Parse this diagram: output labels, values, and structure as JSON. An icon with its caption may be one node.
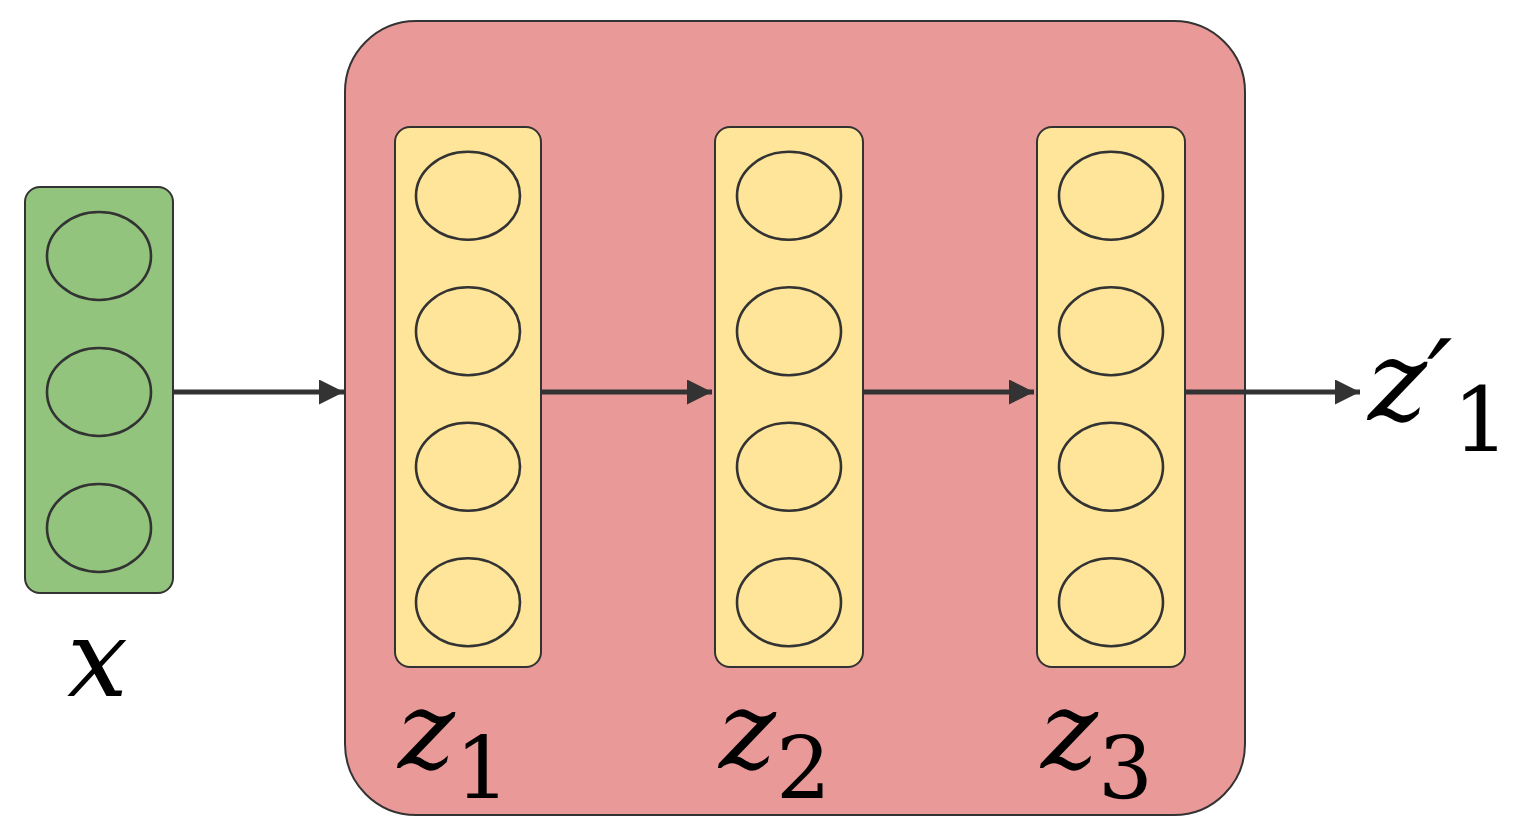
{
  "diagram": {
    "nodes": [
      {
        "text": [],
        "shape": "box",
        "beside": [
          "x"
        ]
      },
      {
        "text": [],
        "shape": "box"
      },
      {
        "text": [],
        "shape": "box",
        "in": 1,
        "beside": [
          "z$_{1}$"
        ]
      },
      {
        "text": [],
        "shape": "box",
        "in": 1,
        "beside": [
          "z$_{2}$"
        ]
      },
      {
        "text": [],
        "shape": "box",
        "in": 1,
        "beside": [
          "z$_{3}$"
        ]
      },
      {
        "text": [
          "z′$_{1}$"
        ]
      }
    ],
    "edges": [
      {
        "from": 0,
        "to": 1,
        "arrow": "to"
      },
      {
        "from": 2,
        "to": 3,
        "arrow": "to"
      },
      {
        "from": 3,
        "to": 4,
        "arrow": "to"
      },
      {
        "from": 4,
        "to": 5,
        "arrow": "to"
      }
    ]
  }
}
